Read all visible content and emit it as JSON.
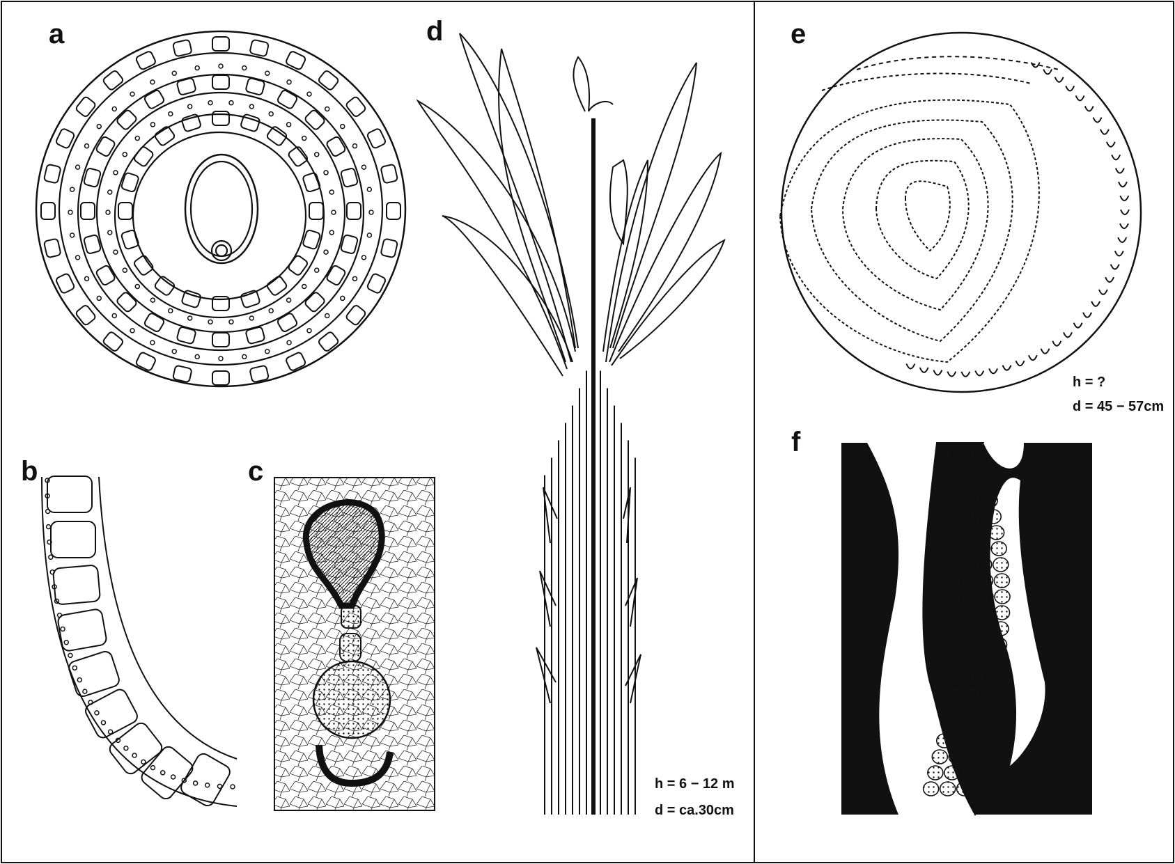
{
  "panels": {
    "a": {
      "label": "a"
    },
    "b": {
      "label": "b"
    },
    "c": {
      "label": "c"
    },
    "d": {
      "label": "d",
      "height_text": "h = 6 − 12 m",
      "diameter_text": "d = ca.30cm"
    },
    "e": {
      "label": "e",
      "height_text": "h = ?",
      "diameter_text": "d = 45 − 57cm"
    },
    "f": {
      "label": "f"
    }
  },
  "colors": {
    "ink": "#111111",
    "paper": "#ffffff"
  }
}
